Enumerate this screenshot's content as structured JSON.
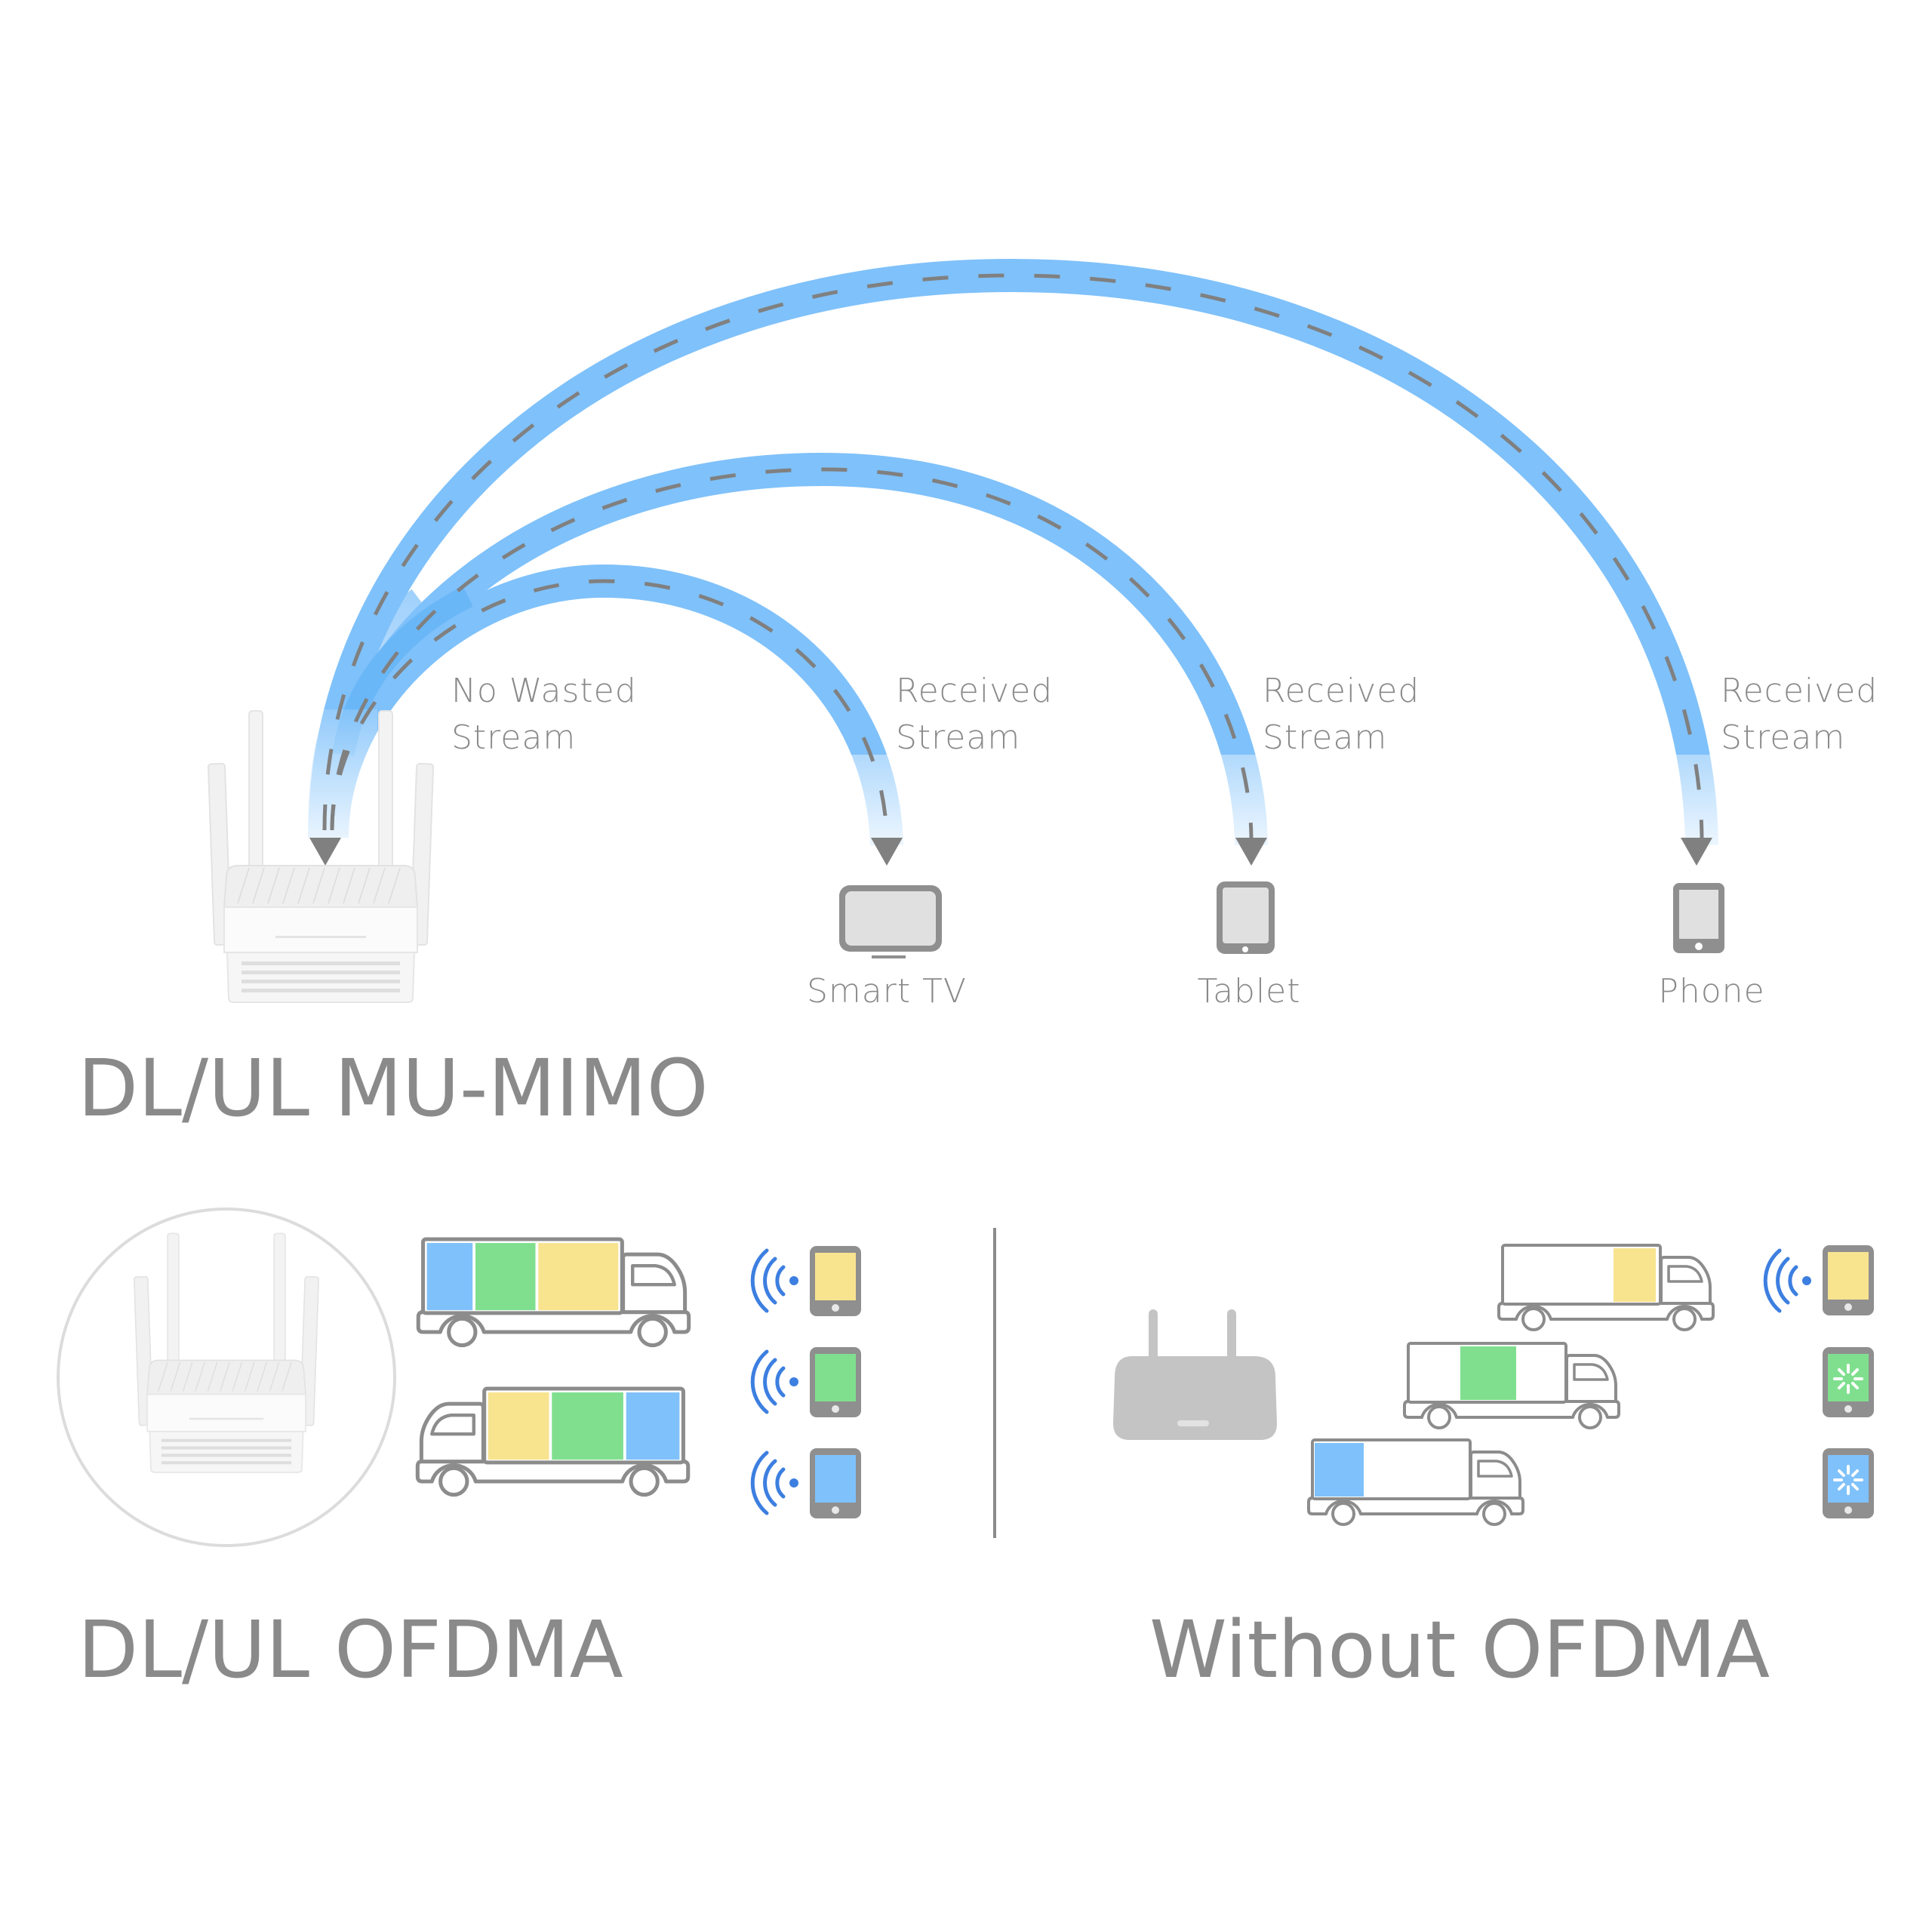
{
  "colors": {
    "stream_blue": "#7fc1fa",
    "stream_blue_dark": "#5aaef5",
    "dash_gray": "#808080",
    "text_gray": "#8a8a8a",
    "device_gray": "#8f8f8f",
    "device_screen": "#e0e0e0",
    "wifi_blue": "#3d7fe0",
    "packet_blue": "#7fc1fa",
    "packet_green": "#80df8f",
    "packet_yellow": "#f8e38f",
    "gray_router": "#c4c4c4"
  },
  "mu_mimo": {
    "title": "DL/UL MU-MIMO",
    "router_icon": "router-photo-icon",
    "return_label": [
      "No Wasted",
      "Stream"
    ],
    "streams": [
      {
        "device": "Smart TV",
        "icon": "tv-icon",
        "label": [
          "Received",
          "Stream"
        ]
      },
      {
        "device": "Tablet",
        "icon": "tablet-icon",
        "label": [
          "Received",
          "Stream"
        ]
      },
      {
        "device": "Phone",
        "icon": "phone-icon",
        "label": [
          "Received",
          "Stream"
        ]
      }
    ]
  },
  "ofdma": {
    "title": "DL/UL OFDMA",
    "router_icon": "router-photo-icon",
    "trucks": [
      {
        "direction": "right",
        "packets": [
          "blue",
          "green",
          "yellow"
        ]
      },
      {
        "direction": "left",
        "packets": [
          "yellow",
          "green",
          "blue"
        ]
      }
    ],
    "devices": [
      {
        "screen": "yellow",
        "status": "receiving",
        "icon": "wifi-icon"
      },
      {
        "screen": "green",
        "status": "receiving",
        "icon": "wifi-icon"
      },
      {
        "screen": "blue",
        "status": "receiving",
        "icon": "wifi-icon"
      }
    ]
  },
  "without_ofdma": {
    "title": "Without OFDMA",
    "router_icon": "router-icon",
    "trucks": [
      {
        "direction": "right",
        "packets": [
          "yellow"
        ]
      },
      {
        "direction": "right",
        "packets": [
          "green"
        ]
      },
      {
        "direction": "right",
        "packets": [
          "blue"
        ]
      }
    ],
    "devices": [
      {
        "screen": "yellow",
        "status": "receiving",
        "icon": "wifi-icon"
      },
      {
        "screen": "green",
        "status": "loading",
        "icon": "loading-spinner-icon"
      },
      {
        "screen": "blue",
        "status": "loading",
        "icon": "loading-spinner-icon"
      }
    ]
  }
}
